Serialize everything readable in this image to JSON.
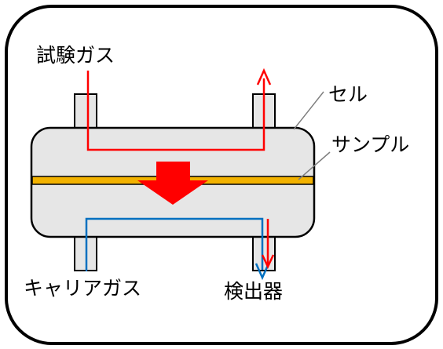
{
  "labels": {
    "test_gas": "試験ガス",
    "cell": "セル",
    "sample": "サンプル",
    "carrier_gas": "キャリアガス",
    "detector": "検出器"
  },
  "colors": {
    "frame_border": "#000000",
    "cell_fill": "#e6e6e6",
    "cell_border": "#000000",
    "sample_fill": "#f2b200",
    "test_gas_line": "#ff0000",
    "permeation_arrow": "#ff0000",
    "carrier_gas_line": "#0070c0",
    "leader_line": "#7f7f7f"
  }
}
